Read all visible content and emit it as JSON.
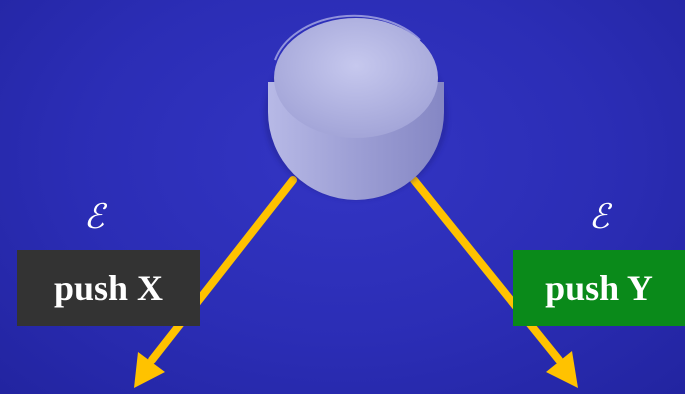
{
  "diagram": {
    "background_color": "#2b2db5",
    "node": {
      "shape": "cylinder",
      "color": "#9a9cd0",
      "label": ""
    },
    "edges": [
      {
        "id": "left",
        "color": "#ffc200",
        "label_symbol": "ℰ",
        "operation": "push X",
        "operation_bg": "#333333"
      },
      {
        "id": "right",
        "color": "#ffc200",
        "label_symbol": "ℰ",
        "operation": "push Y",
        "operation_bg": "#0a8a1a"
      }
    ]
  }
}
